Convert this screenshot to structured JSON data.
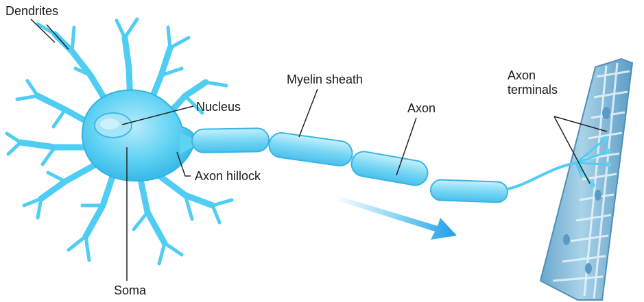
{
  "labels": {
    "dendrites": "Dendrites",
    "nucleus": "Nucleus",
    "axon_hillock": "Axon hillock",
    "soma": "Soma",
    "myelin_sheath": "Myelin sheath",
    "axon": "Axon",
    "axon_terminals_line1": "Axon",
    "axon_terminals_line2": "terminals"
  },
  "colors": {
    "neuron": "#5fd3f3",
    "neuron_dark": "#2aa9e0",
    "muscle": "#8fc3dd",
    "muscle_dark": "#4f8fb6",
    "arrow": "#29a6e8",
    "leader": "#222222"
  },
  "icons": {
    "direction": "signal-direction-arrow-icon"
  }
}
